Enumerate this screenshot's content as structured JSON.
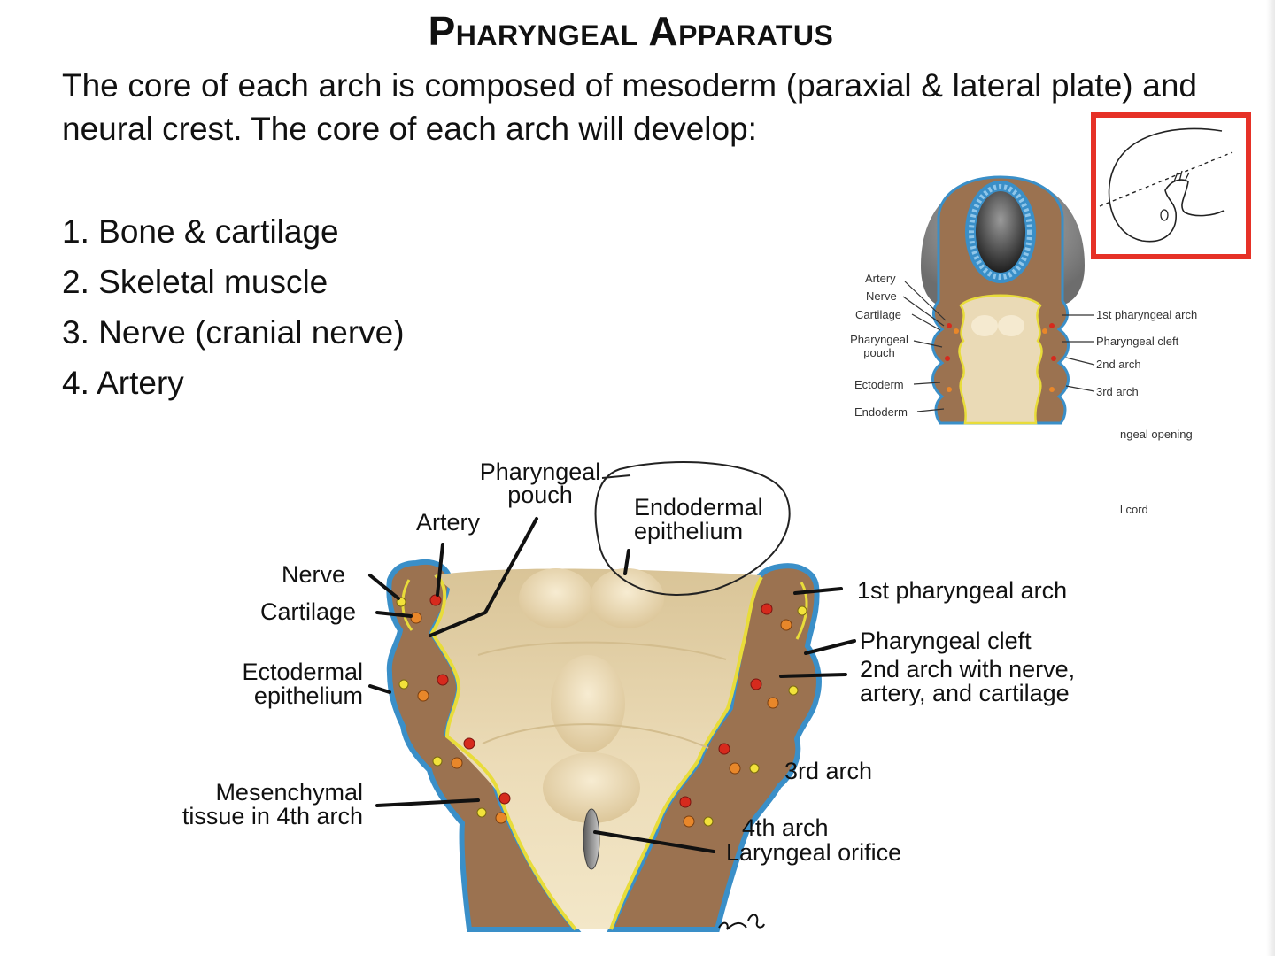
{
  "slide": {
    "title": "Pharyngeal Apparatus",
    "intro": "The core of each arch is composed of mesoderm (paraxial & lateral plate) and neural crest. The core of each arch will develop:",
    "develop_list": [
      "1. Bone & cartilage",
      "2. Skeletal muscle",
      "3. Nerve (cranial nerve)",
      "4. Artery"
    ]
  },
  "inset_diagram": {
    "left_labels": [
      "Artery",
      "Nerve",
      "Cartilage",
      "Pharyngeal pouch",
      "Ectoderm",
      "Endoderm"
    ],
    "right_labels": [
      "1st pharyngeal arch",
      "Pharyngeal cleft",
      "2nd arch",
      "3rd arch"
    ],
    "clipped_labels": [
      "ngeal opening",
      "l cord"
    ]
  },
  "main_diagram": {
    "left_labels": {
      "artery": "Artery",
      "nerve": "Nerve",
      "cartilage": "Cartilage",
      "ectodermal": "Ectodermal epithelium",
      "mesenchymal": "Mesenchymal tissue in 4th arch"
    },
    "top_labels": {
      "pouch": "Pharyngeal pouch",
      "endodermal": "Endodermal epithelium"
    },
    "right_labels": {
      "arch1": "1st pharyngeal arch",
      "cleft": "Pharyngeal cleft",
      "arch2": "2nd arch with nerve, artery, and cartilage",
      "arch3": "3rd arch",
      "arch4": "4th arch",
      "laryngeal": "Laryngeal orifice"
    }
  },
  "colors": {
    "mesenchyme": "#a87a57",
    "ectoderm": "#3a8fc8",
    "endoderm": "#e8dc3a",
    "floor": "#e9d8b0",
    "artery": "#d62a1d",
    "cartilage": "#e8872a",
    "nerve": "#f2e23a",
    "highlight_box": "#e63127"
  }
}
